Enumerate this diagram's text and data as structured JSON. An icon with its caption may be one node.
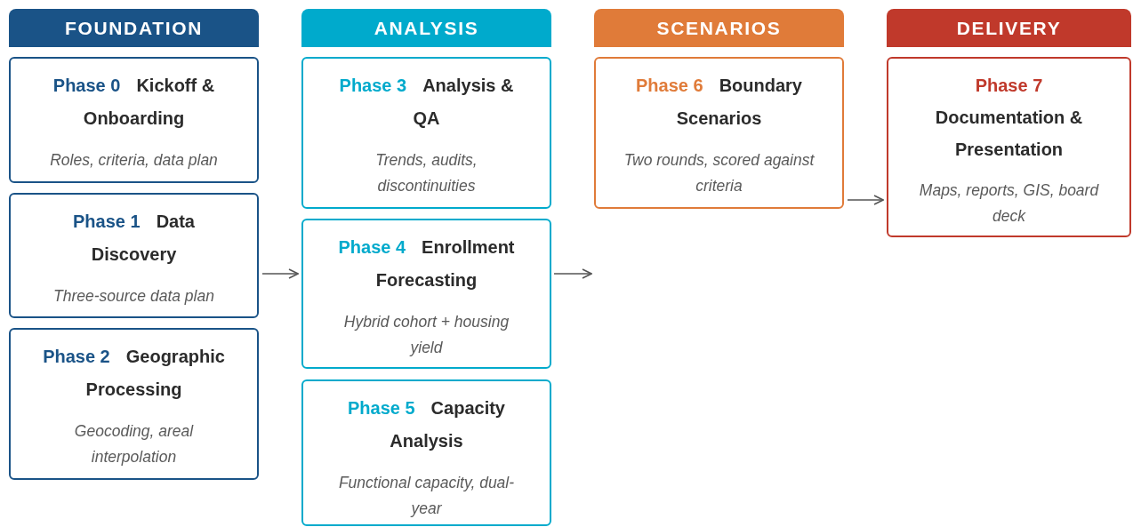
{
  "diagram": {
    "nodes": [
      {
        "text": [
          "FOUNDATION"
        ]
      },
      {
        "text": [
          "Phase 0",
          "Kickoff & Onboarding",
          "Roles, criteria, data plan"
        ]
      },
      {
        "text": [
          "Phase 1",
          "Data Discovery",
          "Three-source data plan"
        ]
      },
      {
        "text": [
          "Phase 2",
          "Geographic Processing",
          "Geocoding, areal interpolation"
        ]
      },
      {
        "text": [
          "ANALYSIS"
        ]
      },
      {
        "text": [
          "Phase 3",
          "Analysis & QA",
          "Trends, audits, discontinuities"
        ]
      },
      {
        "text": [
          "Phase 4",
          "Enrollment Forecasting",
          "Hybrid cohort + housing yield"
        ]
      },
      {
        "text": [
          "Phase 5",
          "Capacity Analysis",
          "Functional capacity, dual-year"
        ]
      },
      {
        "text": [
          "SCENARIOS"
        ]
      },
      {
        "text": [
          "Phase 6",
          "Boundary Scenarios",
          "Two rounds, scored against criteria"
        ]
      },
      {
        "text": [
          "DELIVERY"
        ]
      },
      {
        "text": [
          "Phase 7",
          "Documentation & Presentation",
          "Maps, reports, GIS, board deck"
        ]
      }
    ],
    "edges": [
      {
        "from": 2,
        "to": 6,
        "arrow": "to"
      },
      {
        "from": 6,
        "to": null,
        "arrow": "to"
      },
      {
        "from": 9,
        "to": 11,
        "arrow": "to"
      }
    ]
  }
}
